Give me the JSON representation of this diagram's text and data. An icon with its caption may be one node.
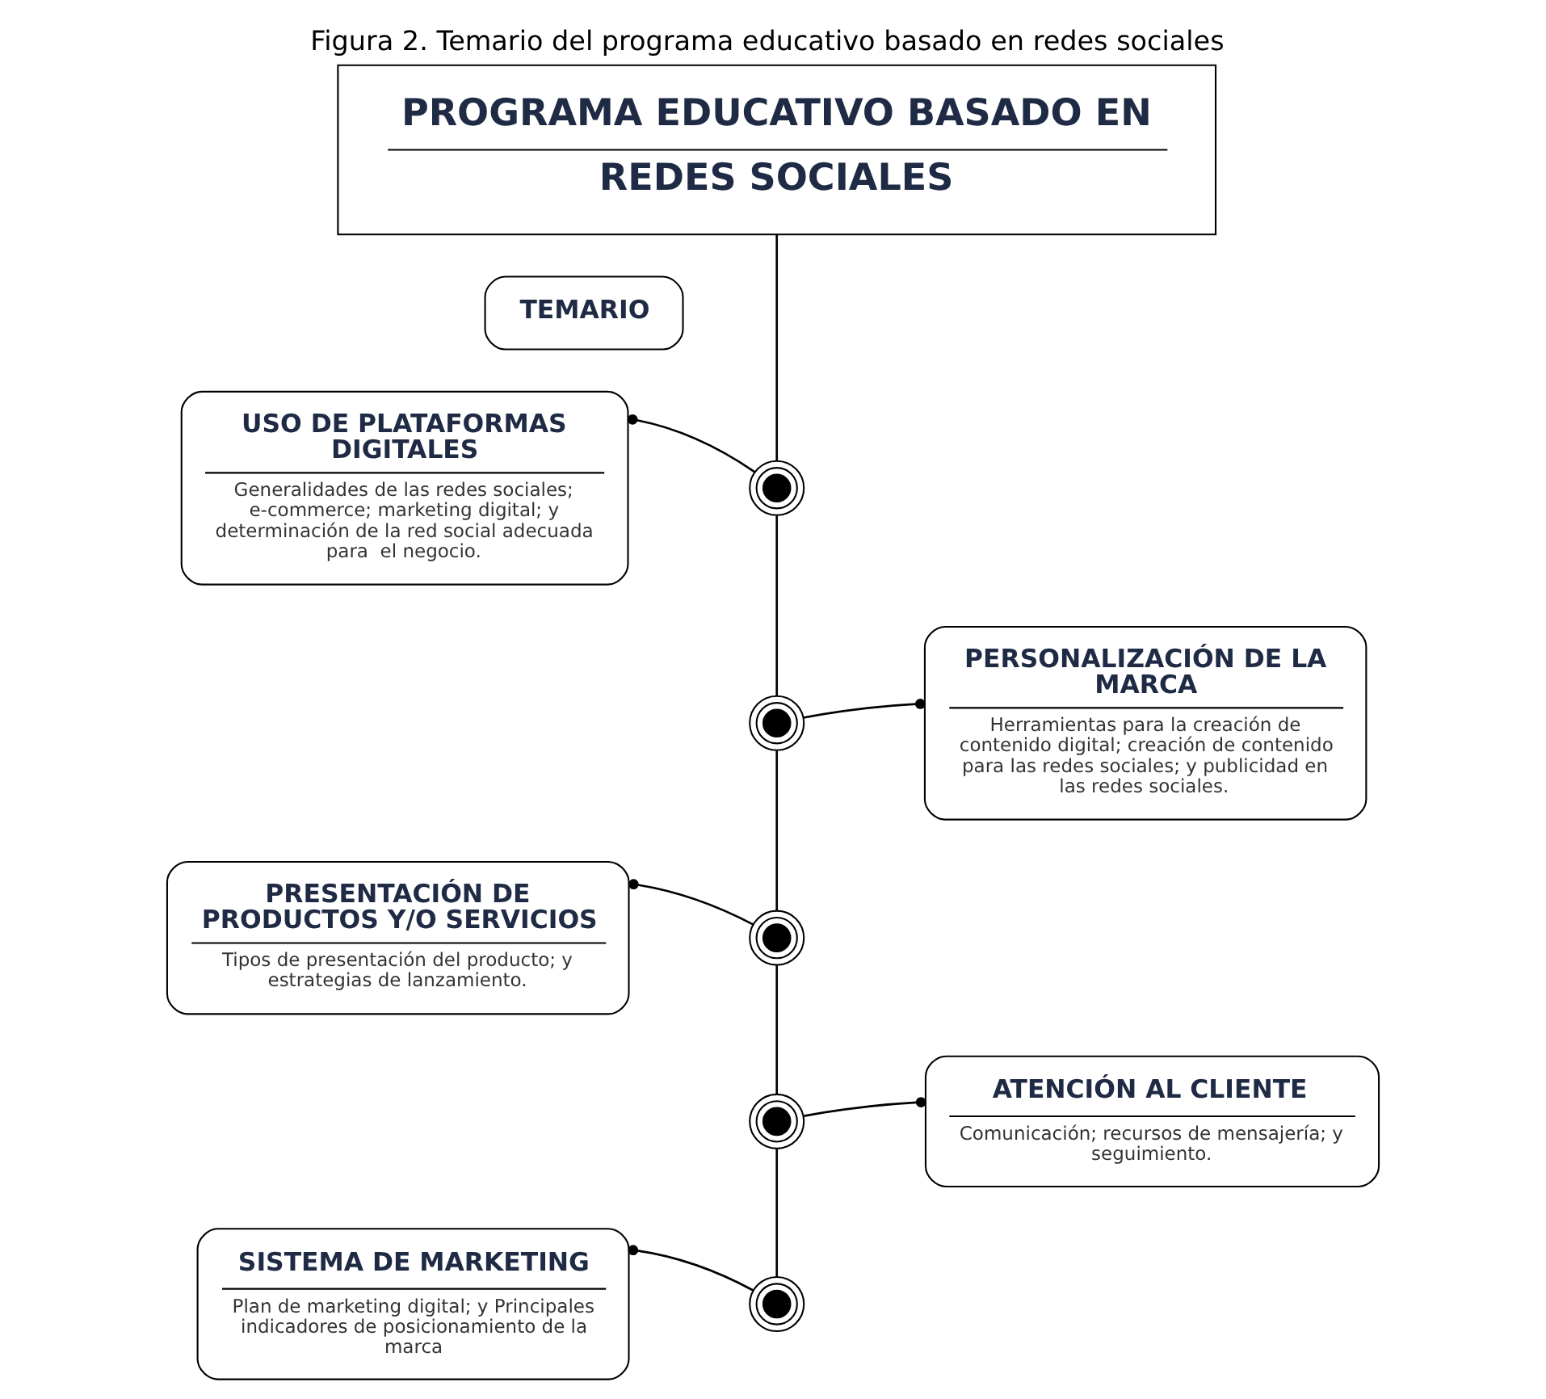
{
  "diagram": {
    "caption": "Figura 2. Temario del programa educativo basado en redes sociales",
    "nodes": [
      {
        "text": [
          "PROGRAMA EDUCATIVO BASADO EN REDES SOCIALES"
        ]
      },
      {
        "text": [
          "TEMARIO"
        ]
      },
      {
        "text": [],
        "shape": "circle"
      },
      {
        "text": [
          "USO DE PLATAFORMAS DIGITALES",
          "Generalidades de las redes sociales; e-commerce; marketing digital; y determinación de la red social adecuada para  el negocio."
        ]
      },
      {
        "text": [],
        "shape": "circle"
      },
      {
        "text": [
          "PERSONALIZACIÓN DE LA MARCA",
          "Herramientas para la creación de contenido digital; creación de contenido para las redes sociales; y publicidad en las redes sociales."
        ]
      },
      {
        "text": [],
        "shape": "circle"
      },
      {
        "text": [
          "PRESENTACIÓN DE PRODUCTOS Y/O SERVICIOS",
          "Tipos de presentación del producto; y estrategias de lanzamiento."
        ]
      },
      {
        "text": [],
        "shape": "circle"
      },
      {
        "text": [
          "ATENCIÓN AL CLIENTE",
          "Comunicación; recursos de mensajería; y seguimiento."
        ]
      },
      {
        "text": [],
        "shape": "circle"
      },
      {
        "text": [
          "SISTEMA DE MARKETING",
          "Plan de marketing digital; y Principales indicadores de posicionamiento de la marca"
        ]
      }
    ],
    "edges": [
      {
        "from": 0,
        "to": 2,
        "arrow": "none"
      },
      {
        "from": 2,
        "to": 4,
        "arrow": "none"
      },
      {
        "from": 4,
        "to": 6,
        "arrow": "none"
      },
      {
        "from": 6,
        "to": 8,
        "arrow": "none"
      },
      {
        "from": 8,
        "to": 10,
        "arrow": "none"
      },
      {
        "from": 2,
        "to": 3,
        "arrow": "other"
      },
      {
        "from": 4,
        "to": 5,
        "arrow": "other"
      },
      {
        "from": 6,
        "to": 7,
        "arrow": "other"
      },
      {
        "from": 8,
        "to": 9,
        "arrow": "other"
      },
      {
        "from": 10,
        "to": 11,
        "arrow": "other"
      }
    ]
  }
}
